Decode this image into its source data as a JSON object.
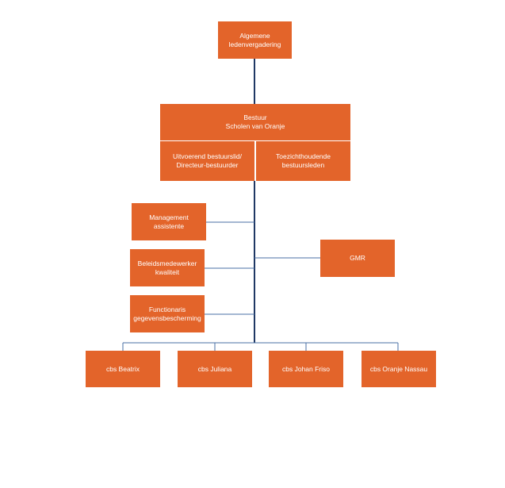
{
  "diagram": {
    "colors": {
      "box_fill": "#e3642a",
      "box_text": "#ffffff",
      "main_line": "#1f3864",
      "branch_line": "#4a6fa5"
    },
    "nodes": {
      "alv": {
        "line1": "Algemene",
        "line2": "ledenvergadering"
      },
      "bestuur": {
        "line1": "Bestuur",
        "line2": "Scholen van Oranje"
      },
      "uitvoerend": {
        "line1": "Uitvoerend bestuurslid/",
        "line2": "Directeur-bestuurder"
      },
      "toezicht": {
        "line1": "Toezichthoudende",
        "line2": "bestuursleden"
      },
      "management": {
        "line1": "Management",
        "line2": "assistente"
      },
      "beleid": {
        "line1": "Beleidsmedewerker",
        "line2": "kwaliteit"
      },
      "functionaris": {
        "line1": "Functionaris",
        "line2": "gegevensbescherming"
      },
      "gmr": {
        "label": "GMR"
      },
      "schools": [
        {
          "label": "cbs Beatrix"
        },
        {
          "label": "cbs Juliana"
        },
        {
          "label": "cbs Johan Friso"
        },
        {
          "label": "cbs Oranje Nassau"
        }
      ]
    }
  }
}
